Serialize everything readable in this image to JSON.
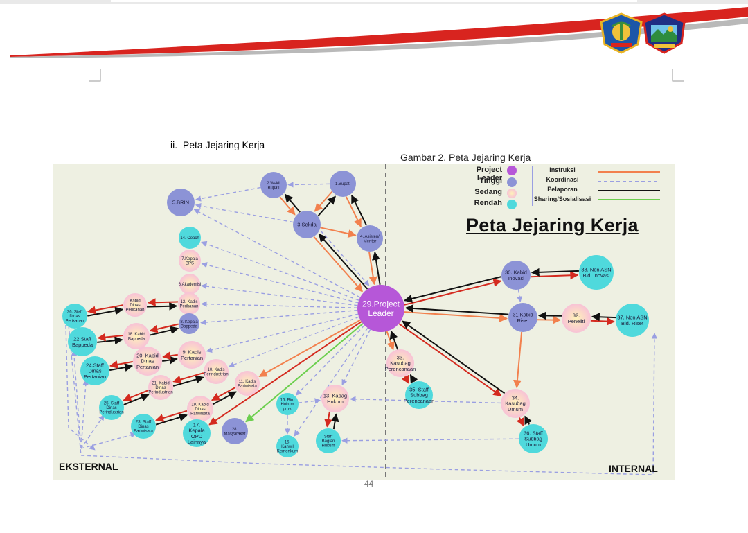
{
  "heading": {
    "number": "ii.",
    "text": "Peta Jejaring Kerja"
  },
  "caption": "Gambar 2. Peta Jejaring Kerja",
  "page_number": "44",
  "diagram": {
    "title": "Peta Jejaring Kerja",
    "side_left": "EKSTERNAL",
    "side_right": "INTERNAL",
    "legend": {
      "levels": [
        {
          "label": "Project Leader",
          "color": "#b657d8"
        },
        {
          "label": "Tinggi",
          "color": "#8c93d6"
        },
        {
          "label": "Sedang",
          "color": "#f7c6df"
        },
        {
          "label": "Rendah",
          "color": "#4fd9dc"
        }
      ],
      "edges": [
        {
          "label": "Instruksi",
          "color": "#f2804d",
          "style": "solid"
        },
        {
          "label": "Koordinasi",
          "color": "#9a9fe2",
          "style": "dashed"
        },
        {
          "label": "Pelaporan",
          "color": "#111111",
          "style": "solid"
        },
        {
          "label": "Sharing/Sosialisasi",
          "color": "#6ccf4e",
          "style": "solid"
        }
      ]
    },
    "nodes": [
      {
        "id": "n29",
        "label": "29.Project Leader",
        "level": "Project Leader"
      },
      {
        "id": "n2",
        "label": "2.Wakil Bupati",
        "level": "Tinggi"
      },
      {
        "id": "n1",
        "label": "1.Bupati",
        "level": "Tinggi"
      },
      {
        "id": "n5",
        "label": "5.BRIN",
        "level": "Tinggi"
      },
      {
        "id": "n3",
        "label": "3.Sekda",
        "level": "Tinggi"
      },
      {
        "id": "n4",
        "label": "4. Asisten/ Mentor",
        "level": "Tinggi"
      },
      {
        "id": "n14",
        "label": "14. Coach",
        "level": "Rendah"
      },
      {
        "id": "n7",
        "label": "7.Kepala BPS",
        "level": "Sedang"
      },
      {
        "id": "n6",
        "label": "6.Akademisi",
        "level": "Sedang"
      },
      {
        "id": "n12",
        "label": "12. Kadis Perikanan",
        "level": "Sedang"
      },
      {
        "id": "nkdp",
        "label": "Kabid Dinas Perikanan",
        "level": "Sedang"
      },
      {
        "id": "n26",
        "label": "26. Staff Dinas Perikanan",
        "level": "Rendah"
      },
      {
        "id": "n8",
        "label": "8. Kepala Bappeda",
        "level": "Tinggi"
      },
      {
        "id": "n18",
        "label": "18. Kabid Bappeda",
        "level": "Sedang"
      },
      {
        "id": "n22",
        "label": "22.Staff Bappeda",
        "level": "Rendah"
      },
      {
        "id": "n9",
        "label": "9. Kadis Pertanian",
        "level": "Sedang"
      },
      {
        "id": "n20",
        "label": "20. Kabid Dinas Pertanian",
        "level": "Sedang"
      },
      {
        "id": "n24",
        "label": "24.Staff Dinas Pertanian",
        "level": "Rendah"
      },
      {
        "id": "n10",
        "label": "10. Kadis Perindustrian",
        "level": "Sedang"
      },
      {
        "id": "n11",
        "label": "11. Kadis Pariwisata",
        "level": "Sedang"
      },
      {
        "id": "n21",
        "label": "21. Kabid Dinas Perindustrian",
        "level": "Sedang"
      },
      {
        "id": "n25",
        "label": "25. Staff Dinas Perindustrian",
        "level": "Rendah"
      },
      {
        "id": "n19",
        "label": "19. Kabid Dinas Pariwisata",
        "level": "Sedang"
      },
      {
        "id": "n23",
        "label": "23. Staff Dinas Pariwisata",
        "level": "Rendah"
      },
      {
        "id": "n17",
        "label": "17. Kepala OPD Lainnya",
        "level": "Rendah"
      },
      {
        "id": "n28",
        "label": "28. Masyarakat",
        "level": "Tinggi"
      },
      {
        "id": "n16",
        "label": "16. Biro Hukum prov.",
        "level": "Rendah"
      },
      {
        "id": "n13",
        "label": "13. Kabag Hukum",
        "level": "Sedang"
      },
      {
        "id": "n15",
        "label": "15. Kanwil Kemenkum",
        "level": "Rendah"
      },
      {
        "id": "nsbh",
        "label": "Staff Bagian Hukum",
        "level": "Rendah"
      },
      {
        "id": "n33",
        "label": "33. Kasubag Perencanaan",
        "level": "Sedang"
      },
      {
        "id": "n35",
        "label": "35. Staff Subbag Perencanaan",
        "level": "Rendah"
      },
      {
        "id": "n34",
        "label": "34. Kasubag Umum",
        "level": "Sedang"
      },
      {
        "id": "n36",
        "label": "36. Staff Subbag Umum",
        "level": "Rendah"
      },
      {
        "id": "n30",
        "label": "30. Kabid Inovasi",
        "level": "Tinggi"
      },
      {
        "id": "n38",
        "label": "38. Non ASN Bid. Inovasi",
        "level": "Rendah"
      },
      {
        "id": "n31",
        "label": "31.Kabid Riset",
        "level": "Tinggi"
      },
      {
        "id": "n32",
        "label": "32. Peneliti",
        "level": "Sedang"
      },
      {
        "id": "n37",
        "label": "37. Non ASN Bid. Riset",
        "level": "Rendah"
      }
    ]
  },
  "colors": {
    "swoosh_red": "#d8241f",
    "swoosh_grey": "#b9b9b9",
    "divider": "#777777",
    "internal_orange": "#f2804d",
    "red_arrow": "#d42a1f",
    "dark_arrow": "#111111"
  }
}
